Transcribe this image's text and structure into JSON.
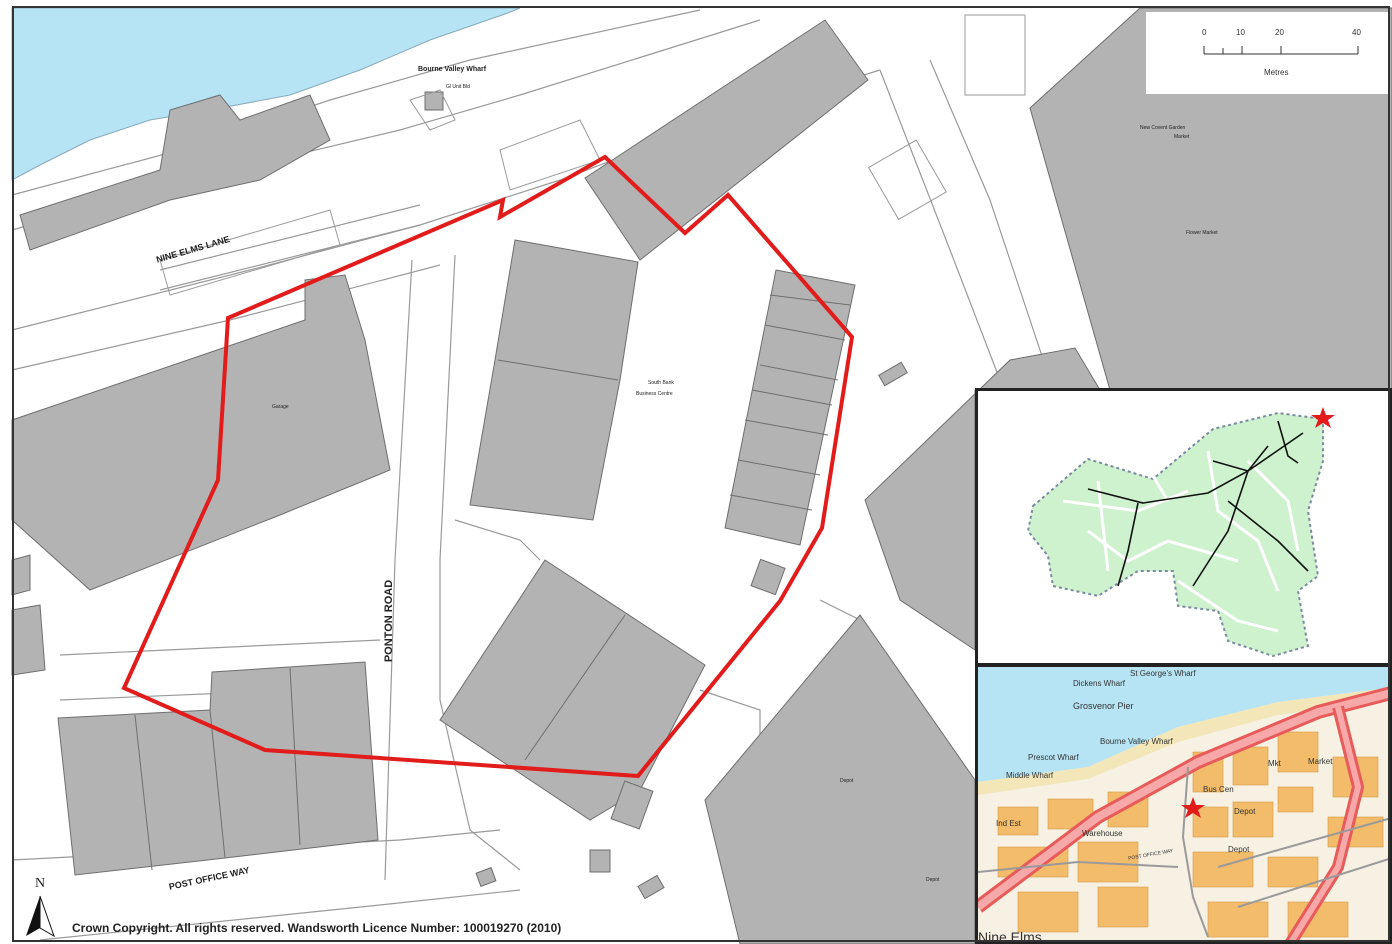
{
  "map": {
    "labels": {
      "wharf": "Bourne Valley Wharf",
      "wharf_sub": "Gl Unit Bld",
      "nine_elms_lane": "NINE ELMS LANE",
      "ponton_road": "PONTON ROAD",
      "post_office_way": "POST OFFICE WAY",
      "business_centre_1": "South Bank",
      "business_centre_2": "Business Centre",
      "depot_1": "Depot",
      "depot_2": "Depot",
      "garage": "Garage",
      "nine_elms_market_1": "New Covent Garden",
      "nine_elms_market_2": "Market",
      "flower_market": "Flower Market"
    },
    "site_boundary_color": "#e21b1b",
    "water_color": "#b6e4f4",
    "building_color": "#b3b3b3"
  },
  "scale_bar": {
    "ticks": [
      "0",
      "10",
      "20",
      "40"
    ],
    "unit": "Metres"
  },
  "inset_overview": {
    "area_fill": "#cdf2cd",
    "marker": "red-star"
  },
  "inset_location": {
    "labels": {
      "st_georges": "St George's Wharf",
      "dickens": "Dickens Wharf",
      "grosvenor_pier": "Grosvenor Pier",
      "bourne_valley": "Bourne Valley Wharf",
      "prescot_wharf": "Prescot Wharf",
      "middle_wharf": "Middle Wharf",
      "ind_est": "Ind Est",
      "warehouse": "Warehouse",
      "bus_cen": "Bus Cen",
      "depot_a": "Depot",
      "depot_b": "Depot",
      "mkt": "Mkt",
      "market": "Market",
      "post_office_way": "POST OFFICE WAY",
      "area_name": "Nine Elms"
    }
  },
  "north_label": "N",
  "copyright": "Crown Copyright. All rights reserved. Wandsworth Licence Number: 100019270 (2010)"
}
